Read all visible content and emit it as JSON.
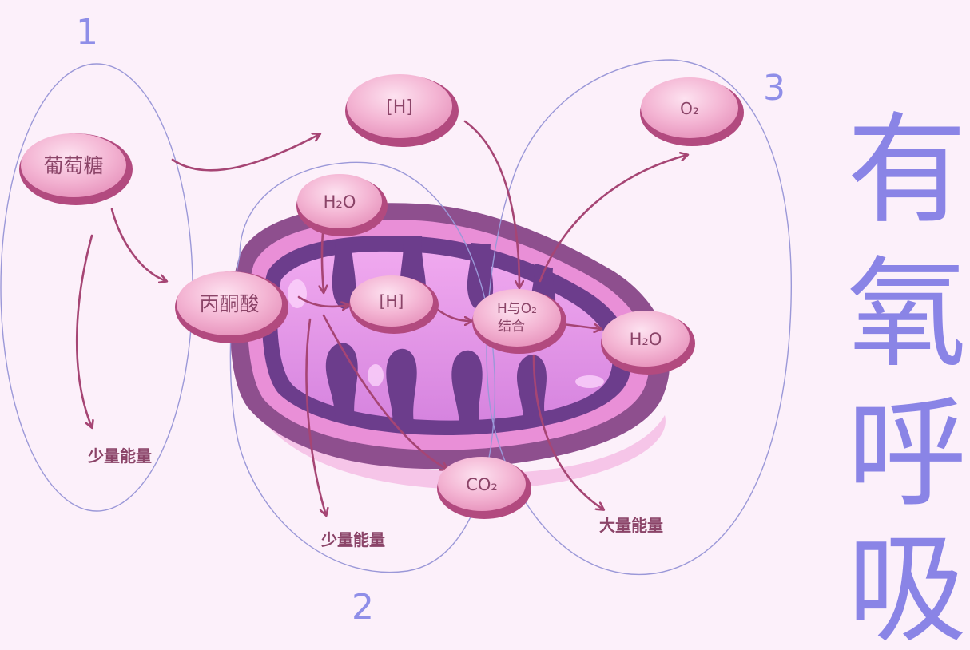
{
  "title": {
    "chars": [
      "有",
      "氧",
      "呼",
      "吸"
    ],
    "color": "#8a84e6"
  },
  "stages": {
    "s1": "1",
    "s2": "2",
    "s3": "3",
    "color": "#8f8ee8"
  },
  "nodes": {
    "glucose": "葡萄糖",
    "pyruvate": "丙酮酸",
    "h_top": "[H]",
    "h_mid": "[H]",
    "water_in": "H₂O",
    "co2": "CO₂",
    "combine_line1": "H与O₂",
    "combine_line2": "结合",
    "water_out": "H₂O",
    "oxygen": "O₂"
  },
  "energy": {
    "stage1": "少量能量",
    "stage2": "少量能量",
    "stage3": "大量能量"
  },
  "colors": {
    "node_fill": "#f2a9cd",
    "node_rim": "#b24a7f",
    "arrow": "#a64574",
    "text": "#8b4468",
    "mito_outer": "#8e4f8e",
    "mito_inner": "#d985d9",
    "stage_outline": "#9b98d8"
  }
}
